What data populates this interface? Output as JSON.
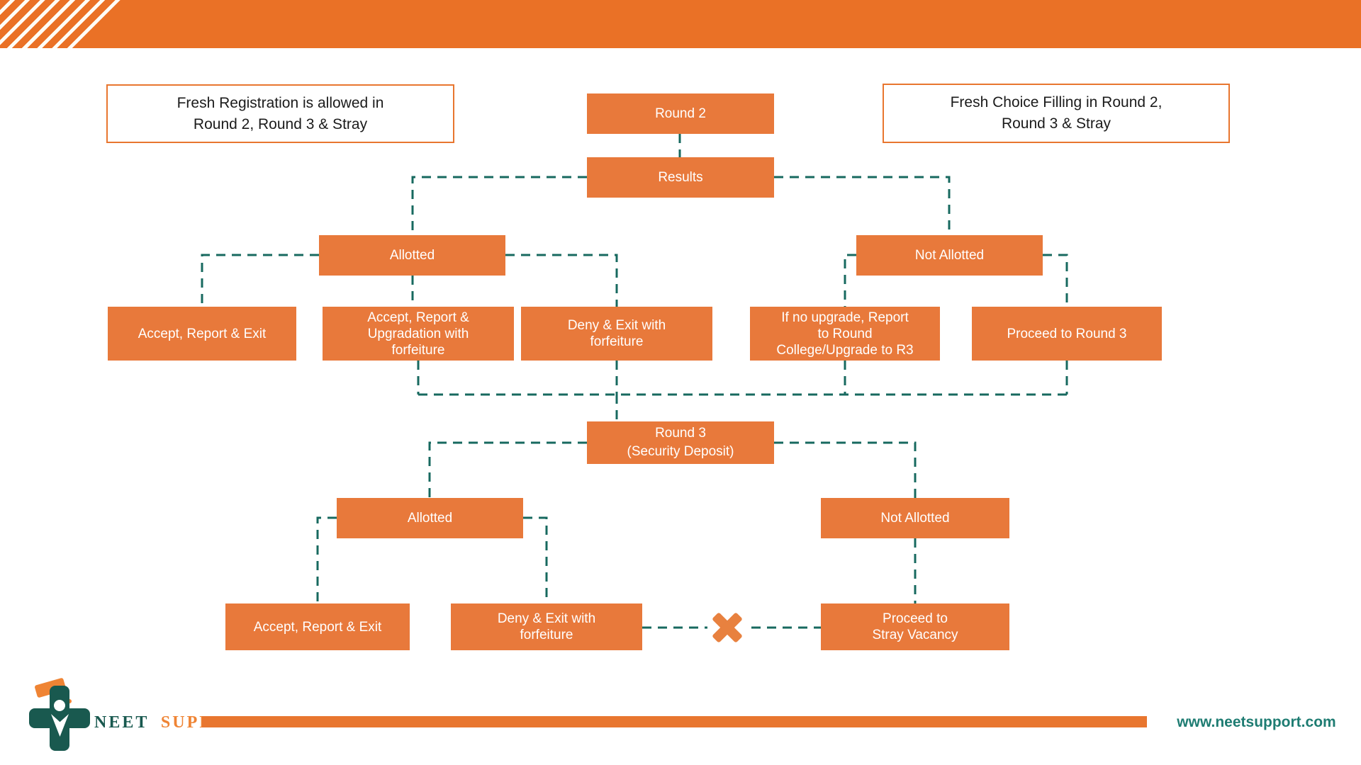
{
  "colors": {
    "banner_orange": "#EA7126",
    "node_orange": "#E8793B",
    "connector_teal": "#17695F",
    "note_border_orange": "#E8762F",
    "footer_bar_orange": "#E8762F",
    "website_teal": "#1E7C72",
    "logo_teal": "#19594F",
    "logo_cap_orange": "#EF8434",
    "note_text": "#1B1B1B"
  },
  "notes": {
    "left": {
      "line1": "Fresh Registration is allowed in",
      "line2": "Round 2, Round 3 & Stray"
    },
    "right": {
      "line1": "Fresh Choice Filling in Round 2,",
      "line2": "Round 3 & Stray"
    }
  },
  "flow": {
    "round2": "Round 2",
    "results": "Results",
    "r2_allotted": "Allotted",
    "r2_not_allotted": "Not Allotted",
    "r2_accept_exit": "Accept, Report & Exit",
    "r2_accept_upgrade": {
      "line1": "Accept, Report &",
      "line2": "Upgradation with",
      "line3": "forfeiture"
    },
    "r2_deny_exit": {
      "line1": "Deny & Exit with",
      "line2": "forfeiture"
    },
    "r2_no_upgrade": {
      "line1": "If no upgrade, Report",
      "line2": "to Round",
      "line3": "College/Upgrade to R3"
    },
    "r2_proceed": "Proceed to Round 3",
    "round3": {
      "line1": "Round 3",
      "line2": "(Security Deposit)"
    },
    "r3_allotted": "Allotted",
    "r3_not_allotted": "Not Allotted",
    "r3_accept_exit": "Accept, Report & Exit",
    "r3_deny_exit": {
      "line1": "Deny & Exit with",
      "line2": "forfeiture"
    },
    "r3_stray": {
      "line1": "Proceed to",
      "line2": "Stray Vacancy"
    }
  },
  "footer": {
    "brand_first": "NEET",
    "brand_second": "SUPPORT",
    "website": "www.neetsupport.com"
  }
}
